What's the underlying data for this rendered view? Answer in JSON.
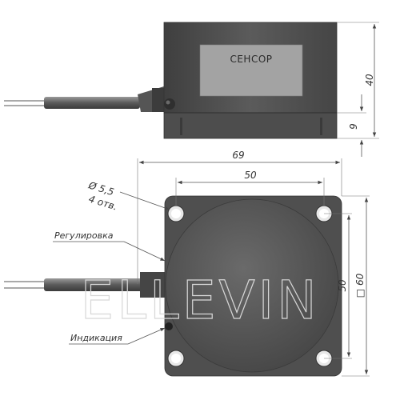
{
  "side_view": {
    "label_text": "СЕНСОР",
    "dim_height_total": "40",
    "dim_height_base": "9"
  },
  "top_view": {
    "dim_width_overall": "69",
    "dim_hole_spacing": "50",
    "dim_hole_diameter": "Ø 5,5",
    "dim_hole_count": "4 отв.",
    "dim_vertical_spacing": "50",
    "dim_square_size": "□ 60",
    "label_adjustment": "Регулировка",
    "label_indication": "Индикация"
  },
  "watermark": "ELLEVIN",
  "colors": {
    "body_dark": "#4a4a4a",
    "body_mid": "#5a5a5a",
    "label_plate": "#9a9a9a",
    "dimension_line": "#555555"
  }
}
